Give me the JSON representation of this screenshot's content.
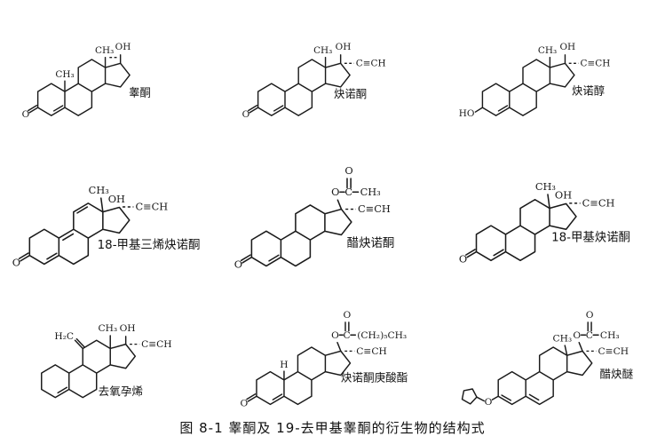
{
  "caption": "图 8-1  睾酮及 19-去甲基睾酮的衍生物的结构式",
  "structures": [
    {
      "name": "睾酮",
      "labels": {
        "oh": "OH",
        "ch3_13": "CH₃",
        "ch3_10": "CH₃",
        "ketone_o": "O"
      }
    },
    {
      "name": "炔诺酮",
      "labels": {
        "oh": "OH",
        "ch3_13": "CH₃",
        "ethynyl": "C≡CH",
        "ketone_o": "O"
      }
    },
    {
      "name": "炔诺醇",
      "labels": {
        "oh": "OH",
        "ch3_13": "CH₃",
        "ethynyl": "C≡CH",
        "hydroxyl": "HO"
      }
    },
    {
      "name": "18-甲基三烯炔诺酮",
      "labels": {
        "ch3_18": "CH₃",
        "oh": "OH",
        "ethynyl": "C≡CH",
        "ketone_o": "O"
      }
    },
    {
      "name": "醋炔诺酮",
      "labels": {
        "ester_o": "O",
        "carbonyl_c": "C",
        "carbonyl_o": "O",
        "acetyl_ch3": "CH₃",
        "ethynyl": "C≡CH",
        "ketone_o": "O"
      }
    },
    {
      "name": "18-甲基炔诺酮",
      "labels": {
        "ch3_18": "CH₃",
        "oh": "OH",
        "ethynyl": "C≡CH",
        "ketone_o": "O"
      }
    },
    {
      "name": "去氧孕烯",
      "labels": {
        "methylene": "H₂C",
        "ch3_18": "CH₃",
        "oh": "OH",
        "ethynyl": "C≡CH"
      }
    },
    {
      "name": "炔诺酮庚酸酯",
      "labels": {
        "ester_o": "O",
        "carbonyl_c": "C",
        "carbonyl_o": "O",
        "chain": "(CH₂)₅CH₃",
        "h_10": "H",
        "ethynyl": "C≡CH",
        "ketone_o": "O"
      }
    },
    {
      "name": "醋炔醚",
      "labels": {
        "ester_o": "O",
        "carbonyl_c": "C",
        "carbonyl_o": "O",
        "acetyl_ch3": "CH₃",
        "ch3_13": "CH₃",
        "ethynyl": "C≡CH",
        "ether_o": "O"
      }
    }
  ]
}
